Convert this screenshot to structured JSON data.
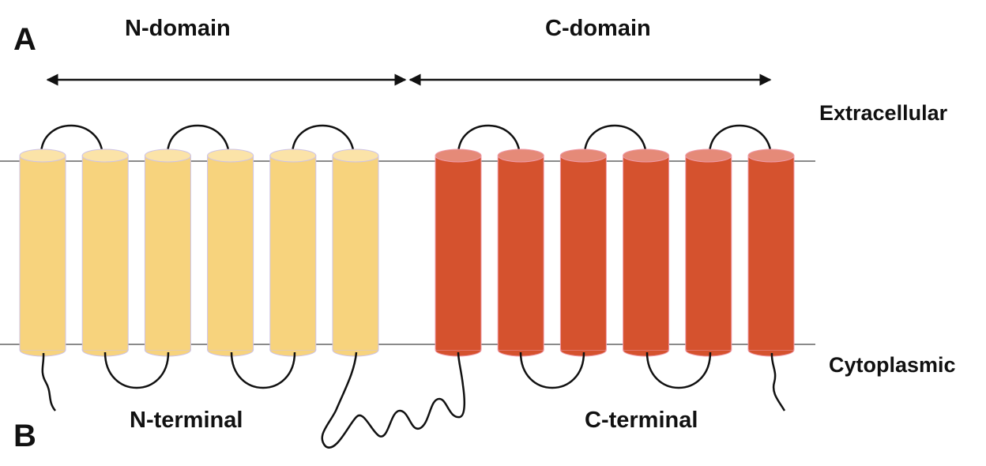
{
  "panel_labels": {
    "a": "A",
    "b": "B"
  },
  "domains": {
    "n": "N-domain",
    "c": "C-domain"
  },
  "membrane": {
    "extracellular": "Extracellular",
    "cytoplasmic": "Cytoplasmic"
  },
  "termini": {
    "n": "N-terminal",
    "c": "C-terminal"
  },
  "colors": {
    "n_domain_fill": "#f7d37d",
    "n_domain_top": "#fbe3a8",
    "c_domain_fill": "#d5522e",
    "c_domain_top": "#e58a78",
    "membrane_line": "#8a8a8a",
    "loop": "#111111"
  },
  "helix_count_per_domain": 6
}
